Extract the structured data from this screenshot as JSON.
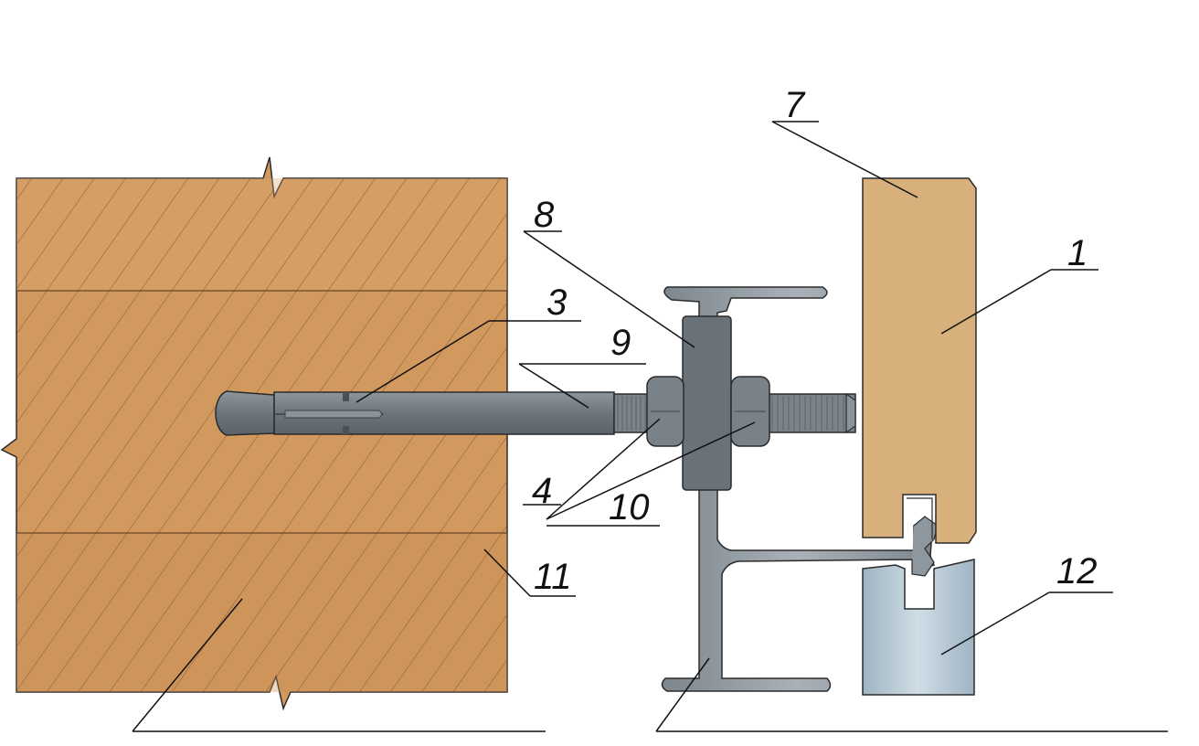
{
  "callouts": {
    "c1": "1",
    "c3": "3",
    "c4": "4",
    "c7": "7",
    "c8": "8",
    "c9": "9",
    "c10": "10",
    "c11": "11",
    "c12": "12"
  },
  "colors": {
    "wall": "#d2995e",
    "wall_light": "#dcaa70",
    "hatch": "#7a4f2a",
    "steel": "#717980",
    "steel_light": "#a7aeb5",
    "panel": "#d7b07c",
    "rail": "#b4c7d3"
  }
}
